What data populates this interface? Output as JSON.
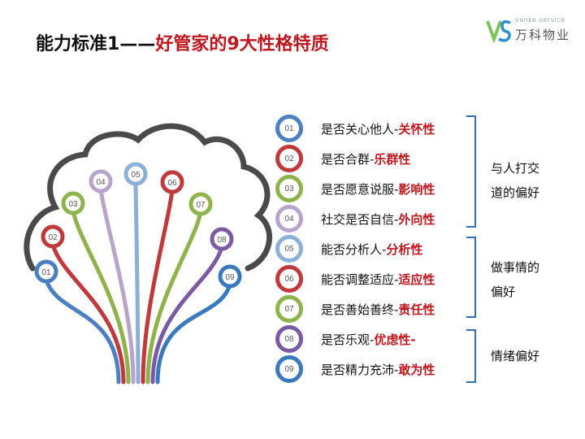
{
  "title": {
    "main": "能力标准1——",
    "accent": "好管家的9大性格特质"
  },
  "logo": {
    "en": "vanke service",
    "cn": "万科物业"
  },
  "items": [
    {
      "num": "01",
      "text": "是否关心他人-",
      "trait": "关怀性",
      "color": "#4a7fc1"
    },
    {
      "num": "02",
      "text": "是否合群-",
      "trait": "乐群性",
      "color": "#c0393b"
    },
    {
      "num": "03",
      "text": "是否愿意说服-",
      "trait": "影响性",
      "color": "#8db34a"
    },
    {
      "num": "04",
      "text": "社交是否自信-",
      "trait": "外向性",
      "color": "#b6a4cb"
    },
    {
      "num": "05",
      "text": "能否分析人-",
      "trait": "分析性",
      "color": "#8ab0d9"
    },
    {
      "num": "06",
      "text": "能否调整适应-",
      "trait": "适应性",
      "color": "#c0393b"
    },
    {
      "num": "07",
      "text": "是否善始善终-",
      "trait": "责任性",
      "color": "#8db34a"
    },
    {
      "num": "08",
      "text": "是否乐观-",
      "trait": "优虑性-",
      "color": "#7a5aa5"
    },
    {
      "num": "09",
      "text": "是否精力充沛-",
      "trait": "敢为性",
      "color": "#3a78c0"
    }
  ],
  "groups": [
    {
      "label_lines": [
        "与人打交",
        "道的偏好"
      ]
    },
    {
      "label_lines": [
        "做事情的",
        "偏好"
      ]
    },
    {
      "label_lines": [
        "情绪偏好"
      ]
    }
  ]
}
